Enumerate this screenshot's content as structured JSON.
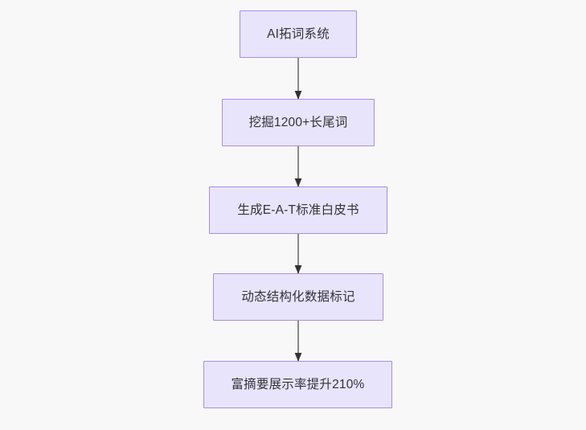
{
  "diagram": {
    "type": "flowchart",
    "direction": "top-to-bottom",
    "background_color": "#f8f8f9",
    "node_fill_color": "#e8e4fb",
    "node_border_color": "#a98ede",
    "node_text_color": "#333338",
    "edge_color": "#8a8a8a",
    "arrowhead_color": "#333333",
    "nodes": [
      {
        "id": "n1",
        "label": "AI拓词系统"
      },
      {
        "id": "n2",
        "label": "挖掘1200+长尾词"
      },
      {
        "id": "n3",
        "label": "生成E-A-T标准白皮书"
      },
      {
        "id": "n4",
        "label": "动态结构化数据标记"
      },
      {
        "id": "n5",
        "label": "富摘要展示率提升210%"
      }
    ],
    "edges": [
      {
        "from": "n1",
        "to": "n2",
        "label": ""
      },
      {
        "from": "n2",
        "to": "n3",
        "label": ""
      },
      {
        "from": "n3",
        "to": "n4",
        "label": ""
      },
      {
        "from": "n4",
        "to": "n5",
        "label": ""
      }
    ]
  }
}
